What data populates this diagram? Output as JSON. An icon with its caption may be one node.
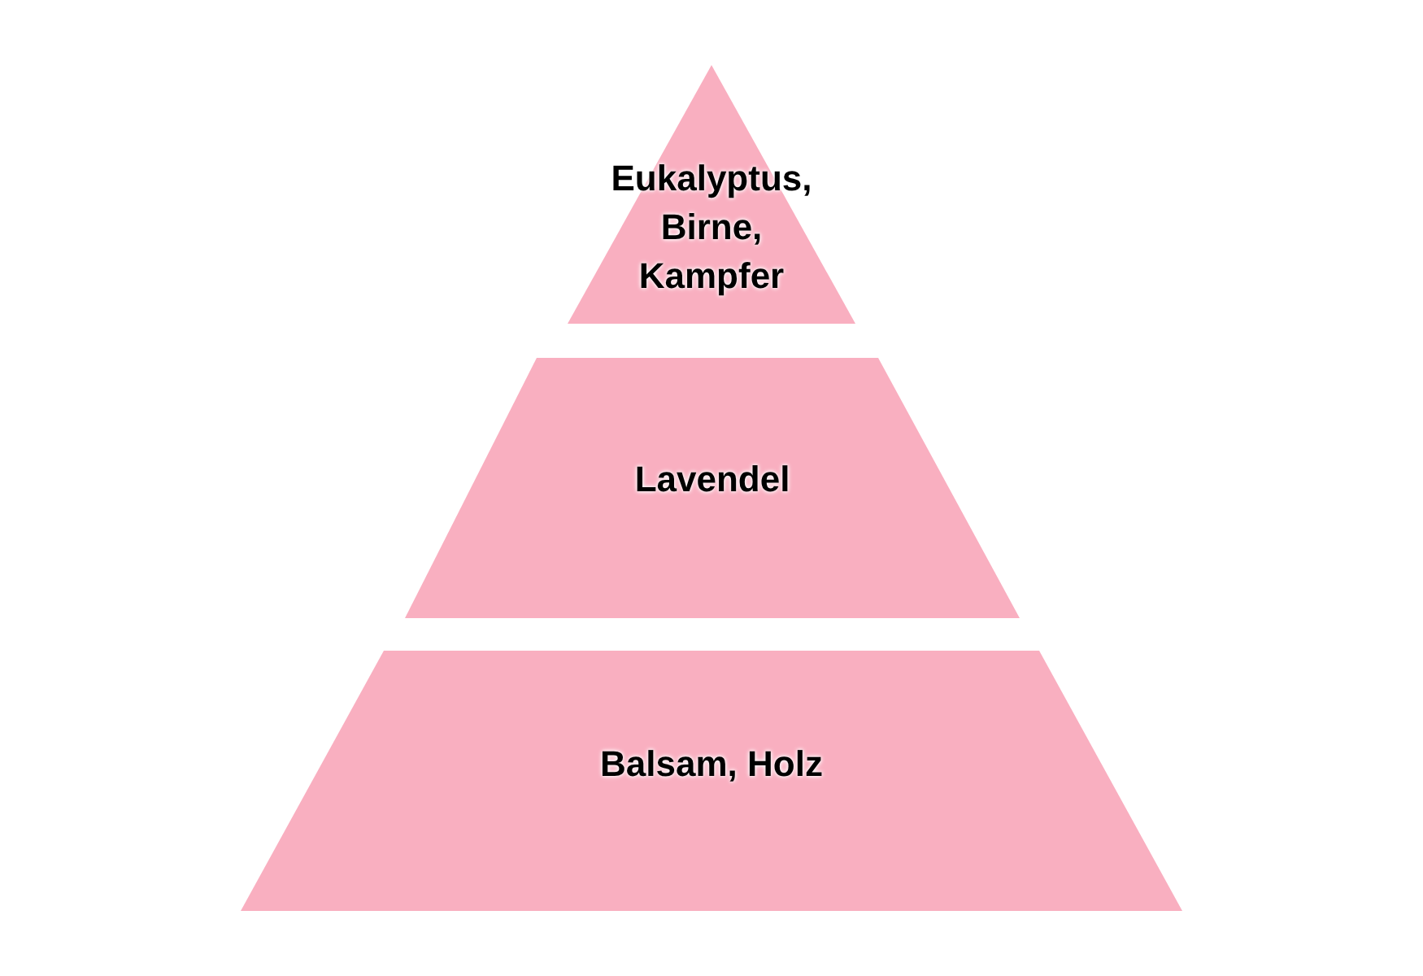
{
  "diagram": {
    "nodes": [
      {
        "text": [
          "Eukalyptus, Birne, Kampfer"
        ]
      },
      {
        "text": [
          "Lavendel"
        ]
      },
      {
        "text": [
          "Balsam, Holz"
        ]
      }
    ]
  }
}
